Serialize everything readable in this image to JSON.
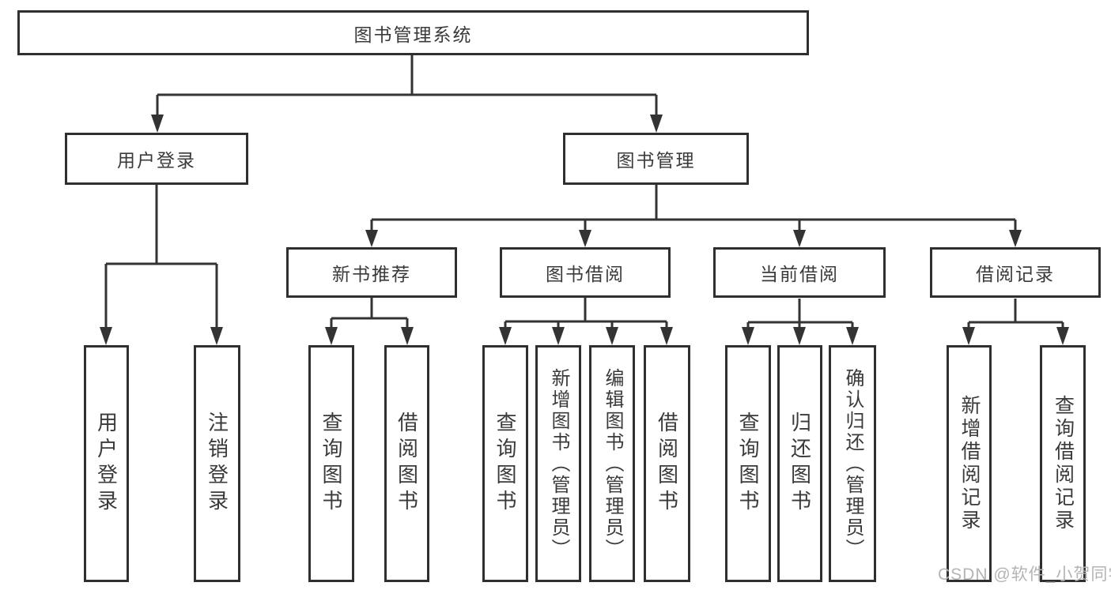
{
  "nodes": {
    "root": "图书管理系统",
    "level2": [
      {
        "label": "用户登录"
      },
      {
        "label": "图书管理"
      }
    ],
    "level3": [
      {
        "label": "新书推荐"
      },
      {
        "label": "图书借阅"
      },
      {
        "label": "当前借阅"
      },
      {
        "label": "借阅记录"
      }
    ],
    "level4": [
      {
        "label": "用户登录"
      },
      {
        "label": "注销登录"
      },
      {
        "label": "查询图书"
      },
      {
        "label": "借阅图书"
      },
      {
        "label": "查询图书"
      },
      {
        "label": "新增图书（管理员）"
      },
      {
        "label": "编辑图书（管理员）"
      },
      {
        "label": "借阅图书"
      },
      {
        "label": "查询图书"
      },
      {
        "label": "归还图书"
      },
      {
        "label": "确认归还（管理员）"
      },
      {
        "label": "新增借阅记录"
      },
      {
        "label": "查询借阅记录"
      }
    ]
  },
  "watermark": "CSDN @软件_小贺同学",
  "colors": {
    "line": "#333333",
    "box_border": "#2f2f2f",
    "text": "#3a3a3a",
    "watermark": "#b4b4b4",
    "background": "#ffffff"
  }
}
